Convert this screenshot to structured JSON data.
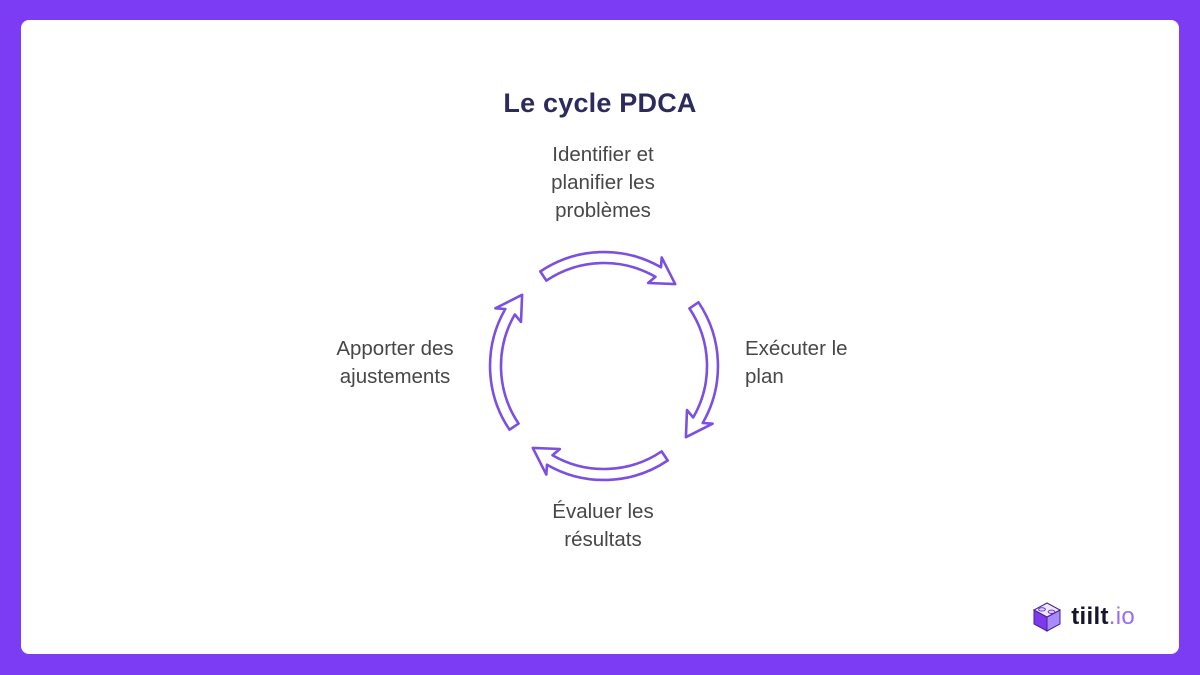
{
  "title": "Le cycle PDCA",
  "diagram": {
    "type": "cycle",
    "direction": "clockwise",
    "arrow_style": "outlined-curved-arrows",
    "steps": [
      {
        "position": "top",
        "label": "Identifier et planifier les problèmes"
      },
      {
        "position": "right",
        "label": "Exécuter le plan"
      },
      {
        "position": "bottom",
        "label": "Évaluer les résultats"
      },
      {
        "position": "left",
        "label": "Apporter des ajustements"
      }
    ]
  },
  "branding": {
    "name": "tiilt",
    "suffix": ".io",
    "icon": "brick-logo-icon"
  },
  "colors": {
    "frame": "#7c3cf4",
    "canvas": "#ffffff",
    "arrow": "#7b50e0",
    "title": "#2b2b5e",
    "label": "#474747",
    "brand": "#17172b",
    "brand_suffix": "#9a6bf5"
  }
}
